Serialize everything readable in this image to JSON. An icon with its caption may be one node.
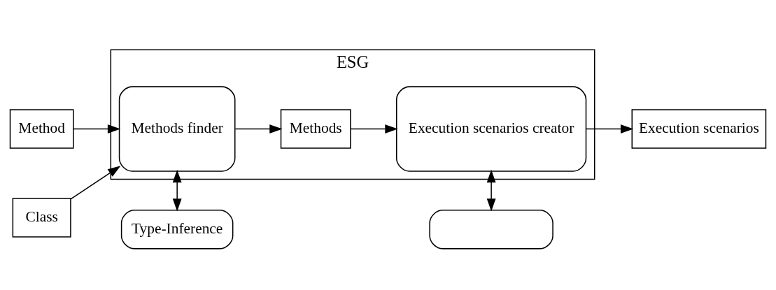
{
  "diagram": {
    "nodes": [
      {
        "text": [
          "ESG"
        ]
      },
      {
        "text": [
          "Class"
        ]
      },
      {
        "text": [
          "Method"
        ]
      },
      {
        "text": [
          "Methods finder"
        ],
        "in": 0
      },
      {
        "text": [
          "Methods"
        ],
        "in": 0
      },
      {
        "text": [
          "Execution scenarios creator"
        ],
        "in": 0
      },
      {
        "text": [
          "Execution scenarios"
        ]
      },
      {
        "text": [
          "Type-Inference"
        ]
      },
      {
        "text": [],
        "shape": "box"
      }
    ],
    "edges": [
      {
        "from": 1,
        "to": 3,
        "arrow": "to"
      },
      {
        "from": 2,
        "to": 3,
        "arrow": "to"
      },
      {
        "from": 3,
        "to": 4,
        "arrow": "to"
      },
      {
        "from": 4,
        "to": 5,
        "arrow": "to"
      },
      {
        "from": 5,
        "to": 6,
        "arrow": "to"
      },
      {
        "from": 3,
        "to": 7,
        "arrow": "both"
      },
      {
        "from": 5,
        "to": 8,
        "arrow": "both"
      }
    ]
  }
}
